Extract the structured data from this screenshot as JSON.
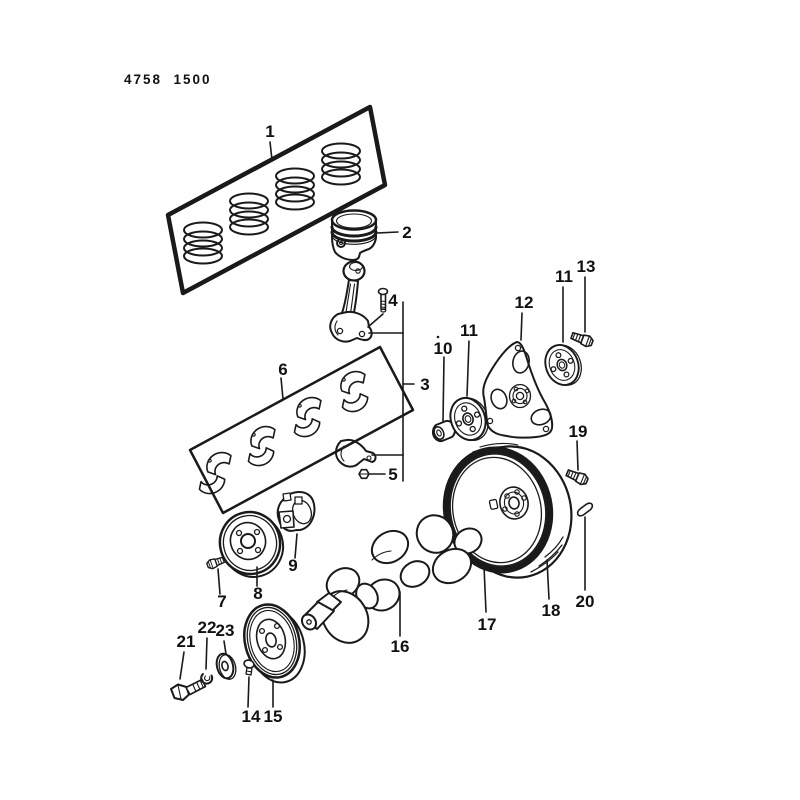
{
  "page": {
    "background": "#ffffff",
    "ink": "#1a1a1a"
  },
  "header": {
    "catalog_code": "4758  1500"
  },
  "diagram": {
    "callouts": [
      {
        "label": "1"
      },
      {
        "label": "2"
      },
      {
        "label": "3"
      },
      {
        "label": "4"
      },
      {
        "label": "5"
      },
      {
        "label": "6"
      },
      {
        "label": "7"
      },
      {
        "label": "8"
      },
      {
        "label": "9"
      },
      {
        "label": "10"
      },
      {
        "label": "11"
      },
      {
        "label": "11"
      },
      {
        "label": "12"
      },
      {
        "label": "13"
      },
      {
        "label": "14"
      },
      {
        "label": "15"
      },
      {
        "label": "16"
      },
      {
        "label": "17"
      },
      {
        "label": "18"
      },
      {
        "label": "19"
      },
      {
        "label": "20"
      },
      {
        "label": "21"
      },
      {
        "label": "22"
      },
      {
        "label": "23"
      }
    ]
  }
}
